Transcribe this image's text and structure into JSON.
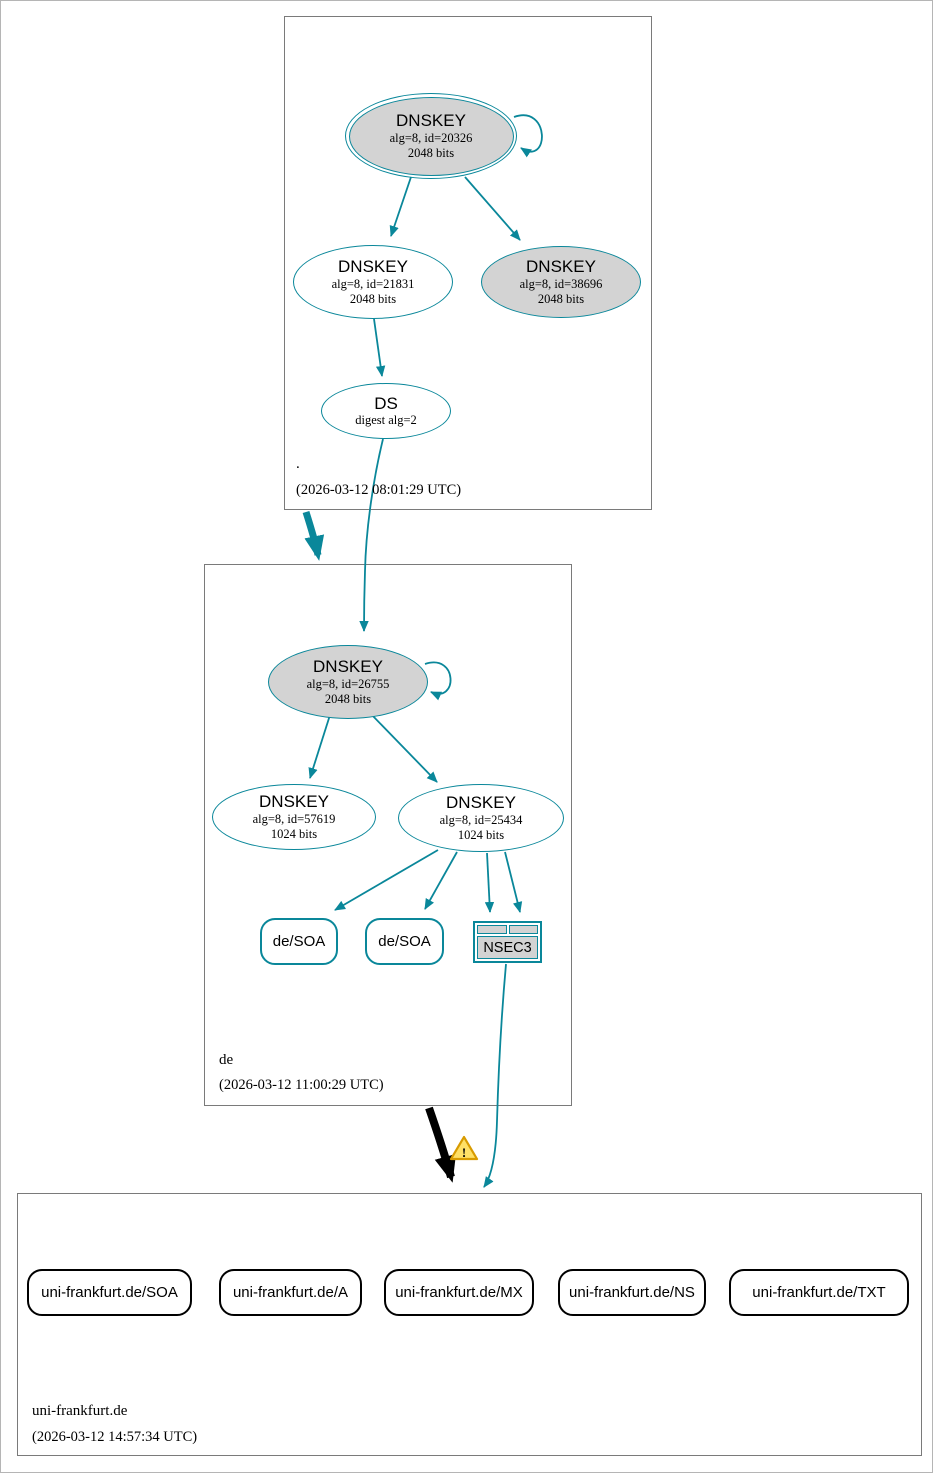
{
  "colors": {
    "edge_teal": "#0a879a",
    "node_fill_gray": "#d3d3d3",
    "delegation_black": "#000000",
    "warning_fill": "#ffe066",
    "warning_border": "#d89b00"
  },
  "icons": {
    "warning_glyph": "!"
  },
  "zones": [
    {
      "label": ".",
      "timestamp": "(2026-03-12 08:01:29 UTC)",
      "nodes": {
        "ksk": {
          "title": "DNSKEY",
          "alg": "alg=8, id=20326",
          "bits": "2048 bits"
        },
        "zsk": {
          "title": "DNSKEY",
          "alg": "alg=8, id=21831",
          "bits": "2048 bits"
        },
        "key2": {
          "title": "DNSKEY",
          "alg": "alg=8, id=38696",
          "bits": "2048 bits"
        },
        "ds": {
          "title": "DS",
          "detail": "digest alg=2"
        }
      }
    },
    {
      "label": "de",
      "timestamp": "(2026-03-12 11:00:29 UTC)",
      "nodes": {
        "ksk": {
          "title": "DNSKEY",
          "alg": "alg=8, id=26755",
          "bits": "2048 bits"
        },
        "zsk1": {
          "title": "DNSKEY",
          "alg": "alg=8, id=57619",
          "bits": "1024 bits"
        },
        "zsk2": {
          "title": "DNSKEY",
          "alg": "alg=8, id=25434",
          "bits": "1024 bits"
        },
        "soa1": {
          "label": "de/SOA"
        },
        "soa2": {
          "label": "de/SOA"
        },
        "nsec3": {
          "label": "NSEC3"
        }
      }
    },
    {
      "label": "uni-frankfurt.de",
      "timestamp": "(2026-03-12 14:57:34 UTC)",
      "rrsets": [
        {
          "label": "uni-frankfurt.de/SOA"
        },
        {
          "label": "uni-frankfurt.de/A"
        },
        {
          "label": "uni-frankfurt.de/MX"
        },
        {
          "label": "uni-frankfurt.de/NS"
        },
        {
          "label": "uni-frankfurt.de/TXT"
        }
      ]
    }
  ]
}
